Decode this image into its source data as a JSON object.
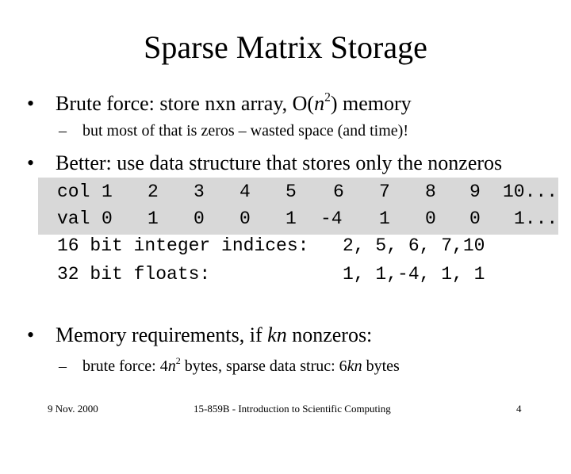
{
  "slide": {
    "title": "Sparse Matrix Storage",
    "bullet1": {
      "text_before": "Brute force: store nxn array, O(",
      "var": "n",
      "exp": "2",
      "text_after": ") memory",
      "sub": "but most of that is zeros – wasted space (and time)!"
    },
    "bullet2": {
      "text": "Better: use data structure that stores only the nonzeros",
      "col_label": "col",
      "col_values": [
        "1",
        "2",
        "3",
        "4",
        "5",
        "6",
        "7",
        "8",
        "9",
        "10..."
      ],
      "val_label": "val",
      "val_values": [
        "0",
        "1",
        "0",
        "0",
        "1",
        "-4",
        "1",
        "0",
        "0",
        "1..."
      ],
      "index_label": "16 bit integer indices:",
      "index_values": "2, 5, 6, 7,10",
      "float_label": "32 bit floats:",
      "float_values": "1, 1,-4, 1, 1"
    },
    "bullet3": {
      "text_before": "Memory requirements, if ",
      "var": "kn",
      "text_after": " nonzeros:",
      "sub": {
        "p1": "brute force: 4",
        "v1": "n",
        "exp": "2",
        "p2": " bytes,  sparse data struc: 6",
        "v2": "kn",
        "p3": " bytes"
      }
    },
    "dash": "–",
    "bullet_char": "•"
  },
  "footer": {
    "date": "9 Nov. 2000",
    "course": "15-859B - Introduction to Scientific Computing",
    "page": "4"
  }
}
